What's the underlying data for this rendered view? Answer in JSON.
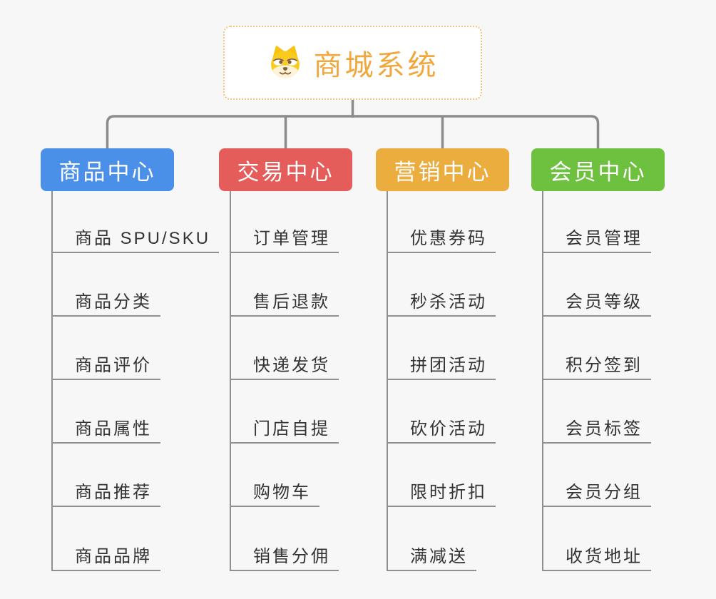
{
  "root": {
    "title": "商城系统",
    "icon": "dog-face-icon"
  },
  "branches": [
    {
      "label": "商品中心",
      "color": "#4B90E8",
      "items": [
        "商品 SPU/SKU",
        "商品分类",
        "商品评价",
        "商品属性",
        "商品推荐",
        "商品品牌"
      ]
    },
    {
      "label": "交易中心",
      "color": "#E45D5A",
      "items": [
        "订单管理",
        "售后退款",
        "快递发货",
        "门店自提",
        "购物车",
        "销售分佣"
      ]
    },
    {
      "label": "营销中心",
      "color": "#EBAD3E",
      "items": [
        "优惠券码",
        "秒杀活动",
        "拼团活动",
        "砍价活动",
        "限时折扣",
        "满减送"
      ]
    },
    {
      "label": "会员中心",
      "color": "#6EC13E",
      "items": [
        "会员管理",
        "会员等级",
        "积分签到",
        "会员标签",
        "会员分组",
        "收货地址"
      ]
    }
  ],
  "colors": {
    "background": "#F7F7F7",
    "connector": "#8B8B8B",
    "root_border": "#F2C679",
    "root_title_text": "#F0A73C",
    "branch_text": "#FFFFFF",
    "leaf_text": "#333333",
    "dog_yellow": "#F8CB1E",
    "dog_muzzle": "#FDF3D9",
    "dog_brown": "#875A32"
  }
}
